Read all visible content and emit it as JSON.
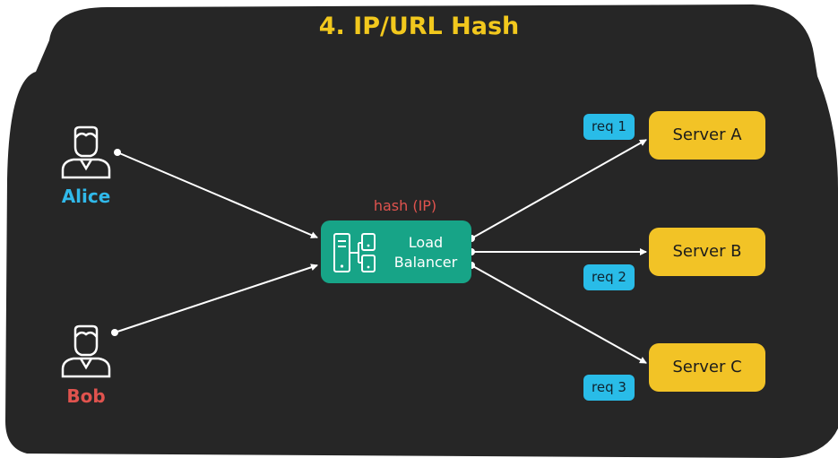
{
  "title": "4. IP/URL Hash",
  "users": [
    {
      "name": "Alice",
      "color": "#30b9ea"
    },
    {
      "name": "Bob",
      "color": "#e0534e"
    }
  ],
  "load_balancer": {
    "caption": "hash (IP)",
    "line1": "Load",
    "line2": "Balancer",
    "color": "#17a487"
  },
  "servers": [
    {
      "name": "Server A"
    },
    {
      "name": "Server B"
    },
    {
      "name": "Server C"
    }
  ],
  "requests": [
    {
      "label": "req 1"
    },
    {
      "label": "req 2"
    },
    {
      "label": "req 3"
    }
  ],
  "colors": {
    "background": "#262626",
    "title": "#f2c81d",
    "server": "#f2c326",
    "request": "#29bce8",
    "arrow": "#ffffff"
  }
}
